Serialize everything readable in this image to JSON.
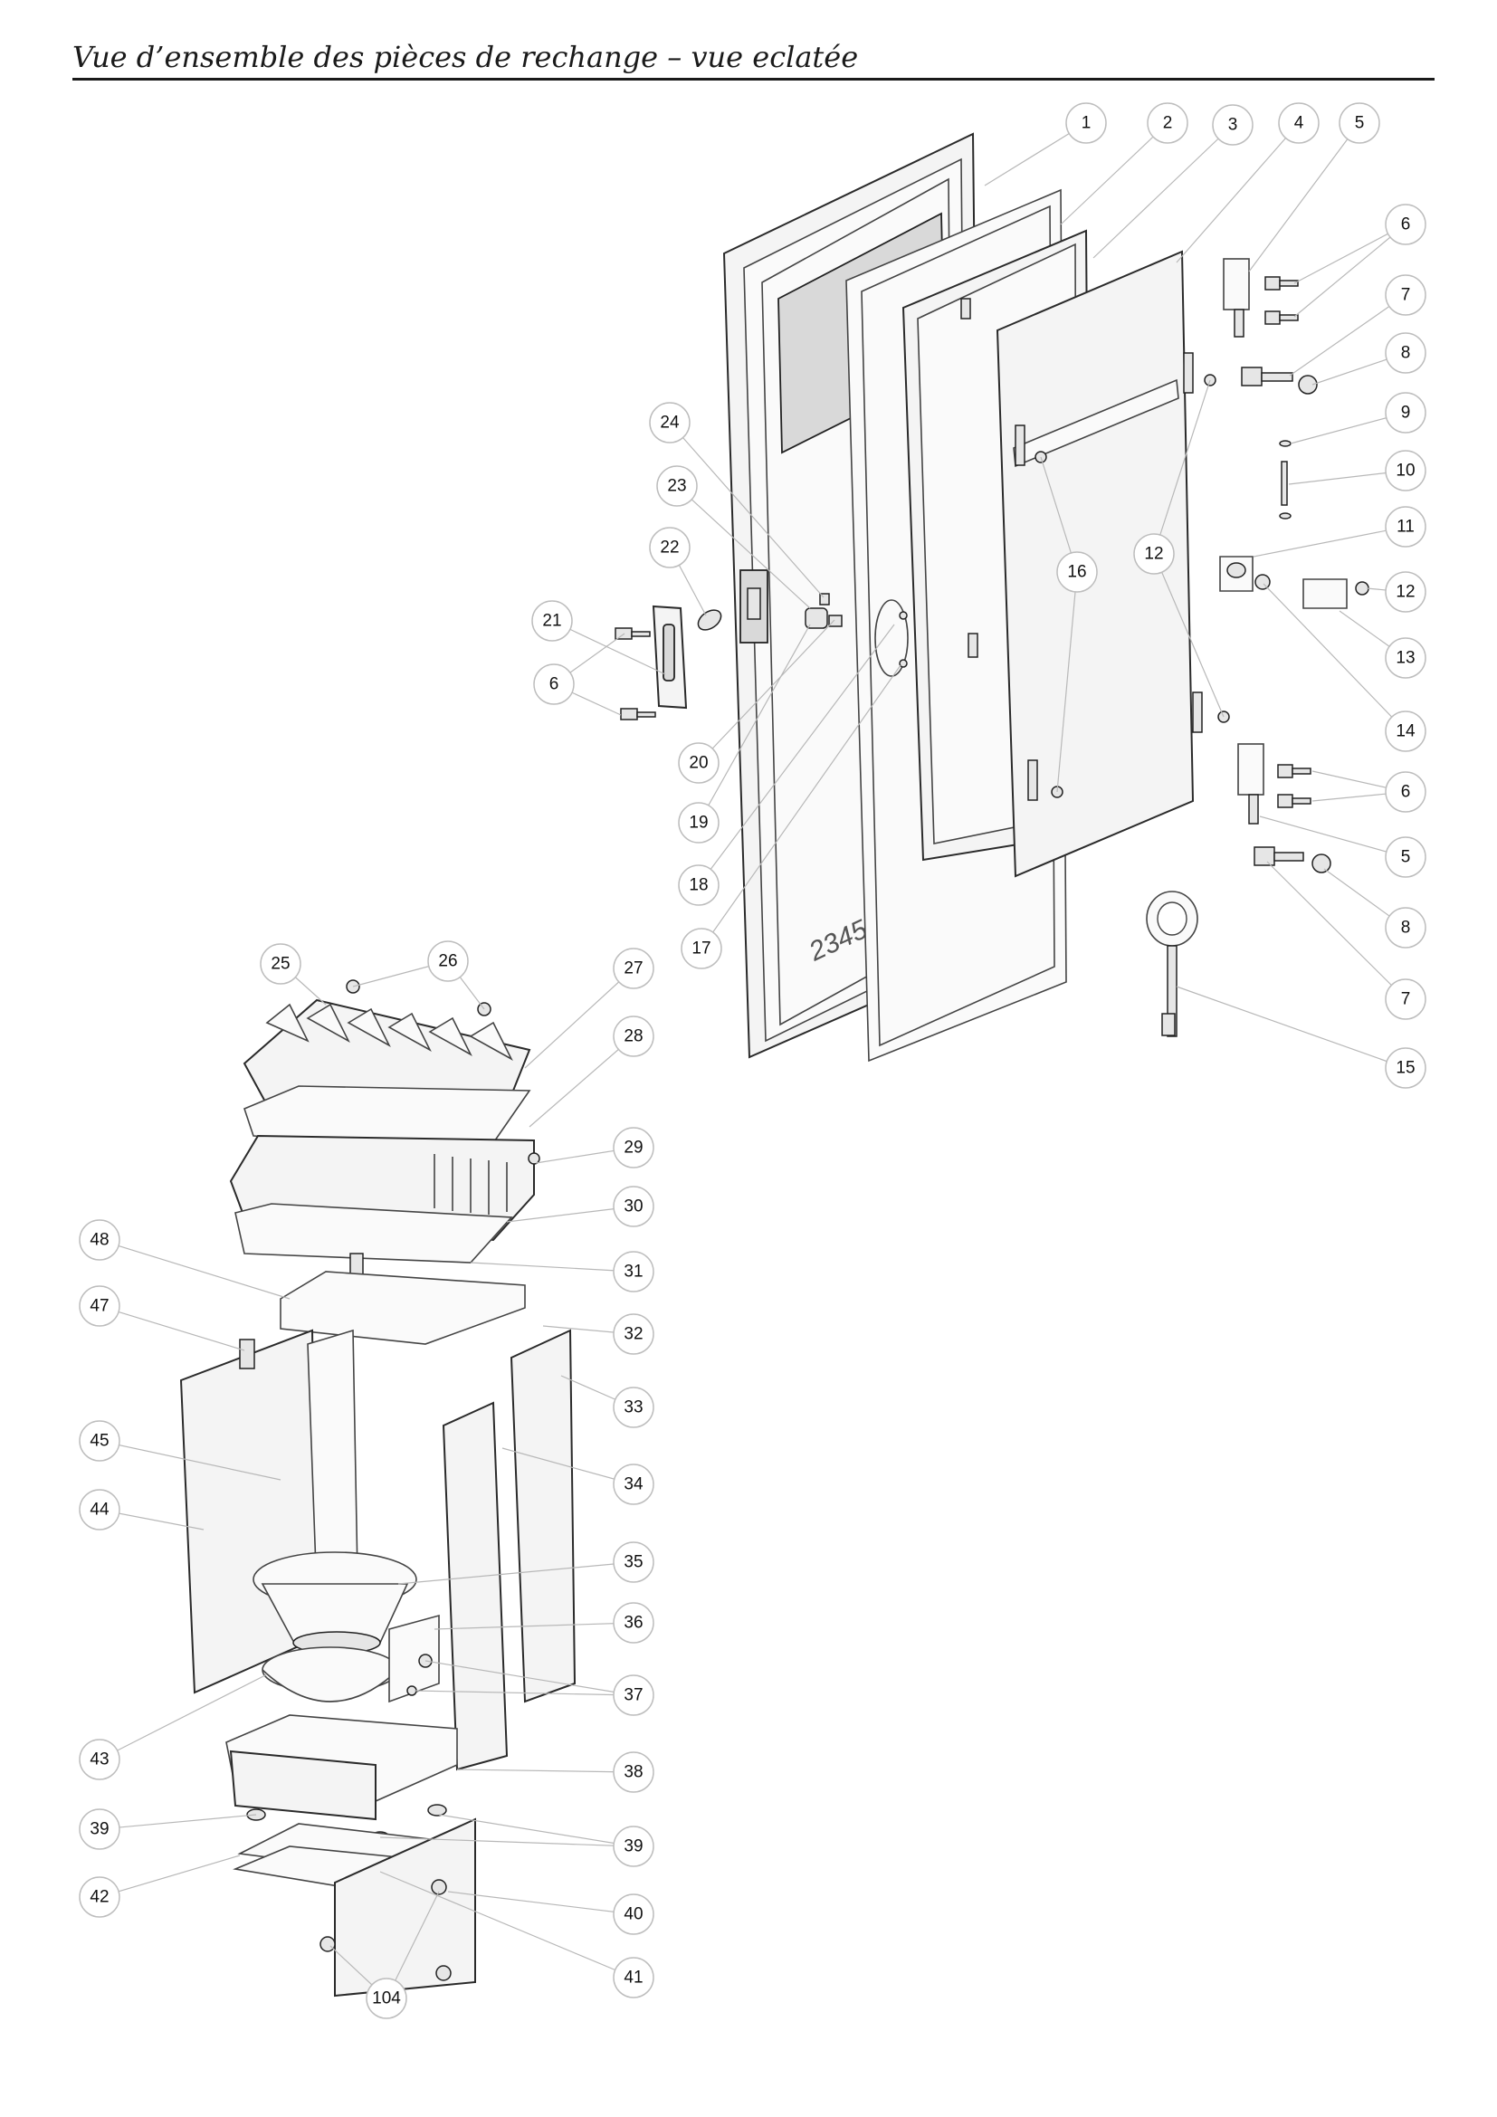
{
  "page": {
    "title": "Vue d’ensemble des pièces de rechange – vue eclatée"
  },
  "door_assembly": {
    "callouts": [
      "1",
      "2",
      "3",
      "4",
      "5",
      "6",
      "7",
      "8",
      "9",
      "10",
      "11",
      "12",
      "13",
      "14",
      "6",
      "5",
      "8",
      "7",
      "15",
      "24",
      "23",
      "22",
      "21",
      "6",
      "16",
      "12",
      "20",
      "19",
      "18",
      "17"
    ],
    "stamp": "2345 6001-00"
  },
  "cabinet_assembly": {
    "callouts": [
      "25",
      "26",
      "27",
      "28",
      "29",
      "30",
      "31",
      "32",
      "33",
      "34",
      "35",
      "36",
      "37",
      "38",
      "39",
      "40",
      "41",
      "48",
      "47",
      "45",
      "44",
      "43",
      "39",
      "42",
      "104"
    ]
  }
}
